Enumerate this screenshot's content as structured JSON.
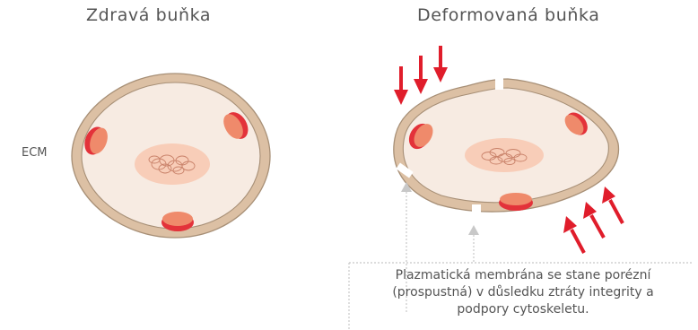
{
  "titles": {
    "healthy": "Zdravá buňka",
    "deformed": "Deformovaná buňka"
  },
  "labels": {
    "ecm": "ECM"
  },
  "annotation": {
    "lines": [
      "Plazmatická membrána se stane porézní",
      "(prospustná) v důsledku ztráty integrity a",
      "podpory cytoskeletu."
    ]
  },
  "colors": {
    "membrane": "#dcc0a4",
    "membrane_stroke": "#a78f76",
    "cytoplasm": "#f7ebe2",
    "nucleus": "#f8cdb8",
    "organelle_dark": "#e3323a",
    "organelle_light": "#ef8a6b",
    "force_arrow": "#e01d2b",
    "pore_pointer": "#c8c8c8"
  }
}
